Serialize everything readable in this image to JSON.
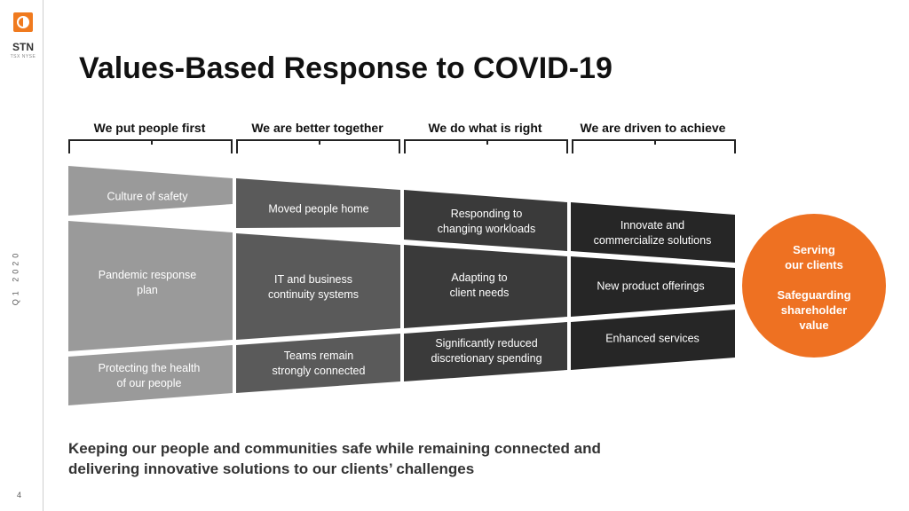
{
  "brand": {
    "name": "STN",
    "sub": "TSX NYSE",
    "color": "#f07a1e"
  },
  "period": "Q1 2020",
  "page_number": "4",
  "title": "Values-Based Response to COVID-19",
  "columns": [
    {
      "heading": "We put people first",
      "cells": [
        "Culture of safety",
        "Pandemic response\nplan",
        "Protecting the health\nof our people"
      ]
    },
    {
      "heading": "We are better together",
      "cells": [
        "Moved people home",
        "IT and business\ncontinuity systems",
        "Teams remain\nstrongly connected"
      ]
    },
    {
      "heading": "We do what is right",
      "cells": [
        "Responding to\nchanging workloads",
        "Adapting to\nclient needs",
        "Significantly reduced\ndiscretionary spending"
      ]
    },
    {
      "heading": "We are driven to achieve",
      "cells": [
        "Innovate and\ncommercialize solutions",
        "New product offerings",
        "Enhanced services"
      ]
    }
  ],
  "column_colors": [
    "#9a9a9a",
    "#5a5a5a",
    "#3a3a3a",
    "#262626"
  ],
  "outcome": {
    "line1": "Serving",
    "line2": "our clients",
    "line3": "Safeguarding",
    "line4": "shareholder",
    "line5": "value",
    "color": "#ee7122"
  },
  "footer": {
    "line1": "Keeping our people and communities safe while remaining connected and",
    "line2": "delivering innovative solutions to our clients’ challenges"
  }
}
